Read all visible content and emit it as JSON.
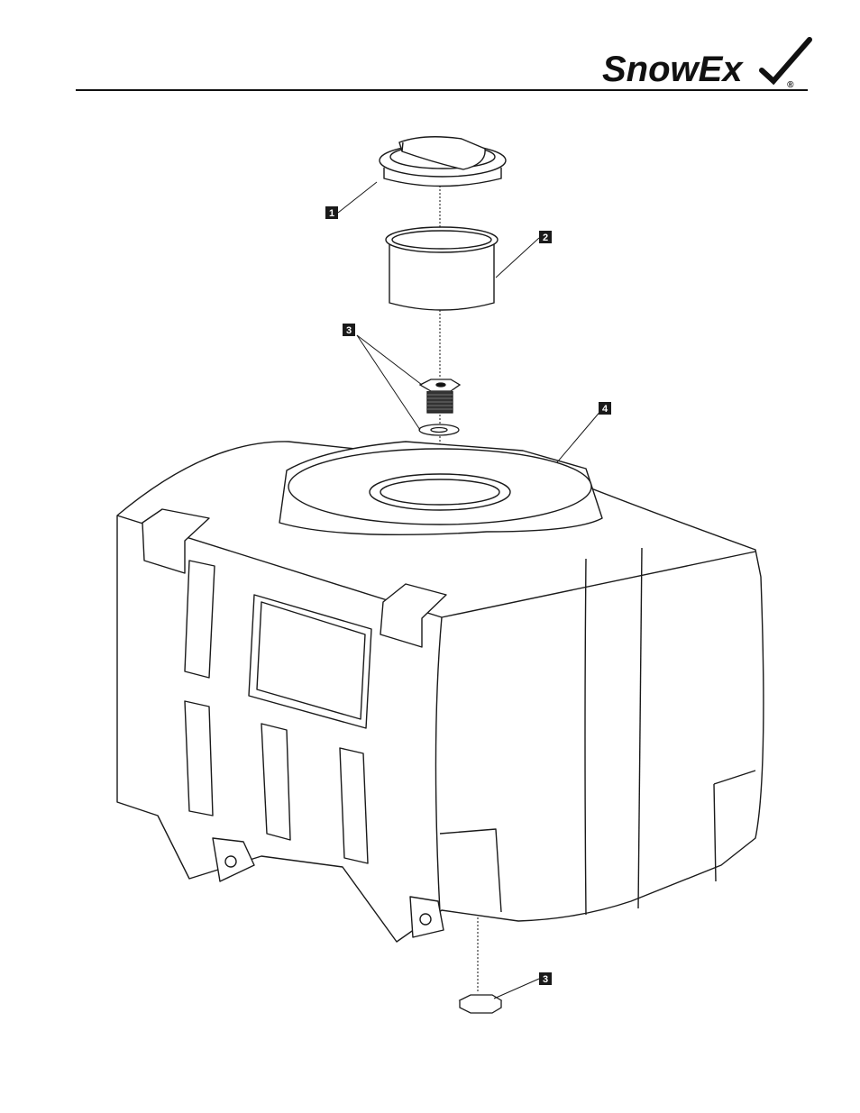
{
  "header": {
    "brand": {
      "part1": "SnowEx",
      "registered": "®"
    }
  },
  "callouts": [
    {
      "label": "1"
    },
    {
      "label": "2"
    },
    {
      "label": "3"
    },
    {
      "label": "4"
    },
    {
      "label": "3"
    }
  ],
  "colors": {
    "line": "#1a1a1a",
    "fill": "#ffffff",
    "badge": "#1a1a1a"
  }
}
